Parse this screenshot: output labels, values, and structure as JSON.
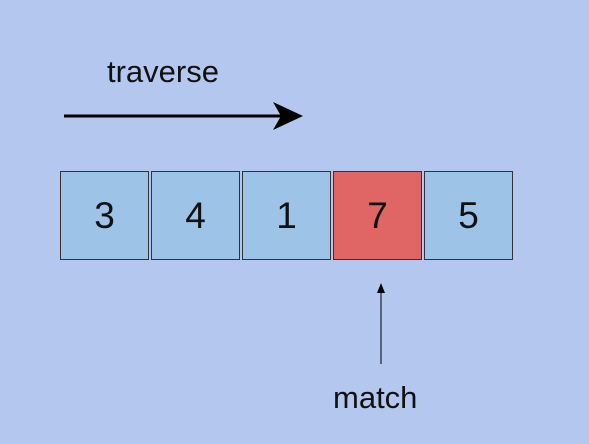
{
  "labels": {
    "traverse": "traverse",
    "match": "match"
  },
  "array": {
    "values": [
      "3",
      "4",
      "1",
      "7",
      "5"
    ],
    "match_index": 3
  },
  "colors": {
    "background": "#b4c7ef",
    "cell": "#9dc3e6",
    "match_cell": "#e06666"
  }
}
